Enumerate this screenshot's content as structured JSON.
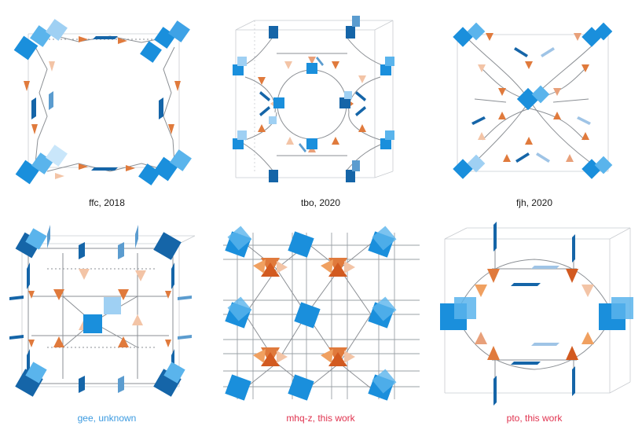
{
  "figure": {
    "panels": [
      {
        "id": "ffc",
        "caption": "ffc, 2018",
        "caption_color": "#1a1a1a"
      },
      {
        "id": "tbo",
        "caption": "tbo, 2020",
        "caption_color": "#1a1a1a"
      },
      {
        "id": "fjh",
        "caption": "fjh, 2020",
        "caption_color": "#1a1a1a"
      },
      {
        "id": "gee",
        "caption": "gee, unknown",
        "caption_color": "#3b9ae0"
      },
      {
        "id": "mhq-z",
        "caption": "mhq-z, this work",
        "caption_color": "#e0334f"
      },
      {
        "id": "pto",
        "caption": "pto, this work",
        "caption_color": "#e0334f"
      }
    ],
    "colors": {
      "square_node": "#1a8fdc",
      "square_node_light": "#9fd0f3",
      "triangle_node": "#e07a3c",
      "triangle_node_light": "#f3c4a6",
      "linker": "#1565a8",
      "edge": "#8b8f94",
      "frame": "#c9ccd0"
    }
  }
}
